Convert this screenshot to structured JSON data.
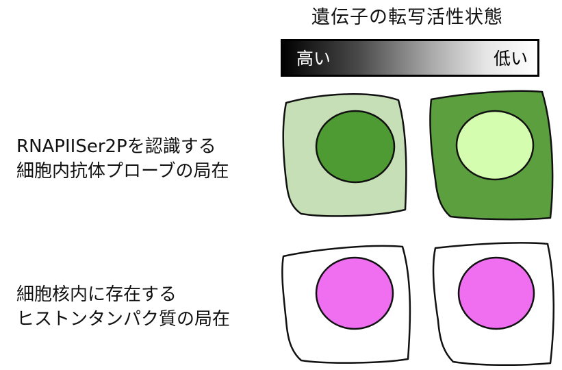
{
  "title": "遺伝子の転写活性状態",
  "scale": {
    "high_label": "高い",
    "low_label": "低い"
  },
  "rows": [
    {
      "line1": "RNAPIISer2Pを認識する",
      "line2": "細胞内抗体プローブの局在"
    },
    {
      "line1": "細胞核内に存在する",
      "line2": "ヒストンタンパク質の局在"
    }
  ],
  "colors": {
    "cell_light_green": "#c6dfb6",
    "nucleus_dark_green": "#4e9b33",
    "cell_dark_green": "#5b9f3f",
    "nucleus_light_green": "#d5fdaf",
    "cell_white": "#ffffff",
    "nucleus_magenta": "#ef6ff0",
    "outline": "#111111"
  }
}
